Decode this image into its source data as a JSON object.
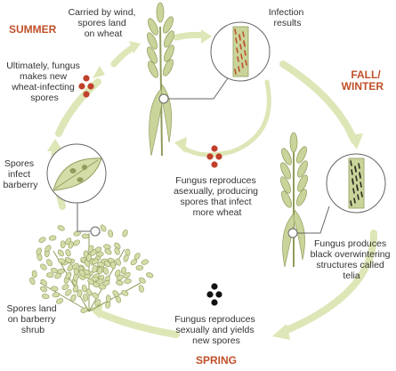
{
  "colors": {
    "season": "#c0502a",
    "cycle_arrow": "#dde6b6",
    "plant": "#c9d49a",
    "plant_dark": "#8f9c5c",
    "red_spore": "#c0402b",
    "black_spore": "#111111",
    "orange_lesion": "#c0502a",
    "dark_lesion": "#2b2b22",
    "leaf_fill": "#d4dca8"
  },
  "seasons": {
    "summer": "SUMMER",
    "fall": [
      "FALL/",
      "WINTER"
    ],
    "spring": "SPRING"
  },
  "labels": {
    "wind_spores": [
      "Carried by wind,",
      "spores land",
      "on wheat"
    ],
    "infection": [
      "Infection",
      "results"
    ],
    "fungus_new_spores": [
      "Ultimately, fungus",
      "makes new",
      "wheat-infecting",
      "spores"
    ],
    "asexual": [
      "Fungus reproduces",
      "asexually, producing",
      "spores that infect",
      "more wheat"
    ],
    "spores_barberry": [
      "Spores",
      "infect",
      "barberry"
    ],
    "telia": [
      "Fungus produces",
      "black overwintering",
      "structures called",
      "telia"
    ],
    "spores_shrub": [
      "Spores land",
      "on barberry",
      "shrub"
    ],
    "sexual": [
      "Fungus reproduces",
      "sexually and yields",
      "new spores"
    ]
  },
  "icons": {
    "wheat_summer": "wheat-stalk-icon",
    "wheat_fall": "wheat-stalk-icon",
    "barberry": "barberry-shrub-icon",
    "spore_cluster": "spore-cluster-icon"
  }
}
